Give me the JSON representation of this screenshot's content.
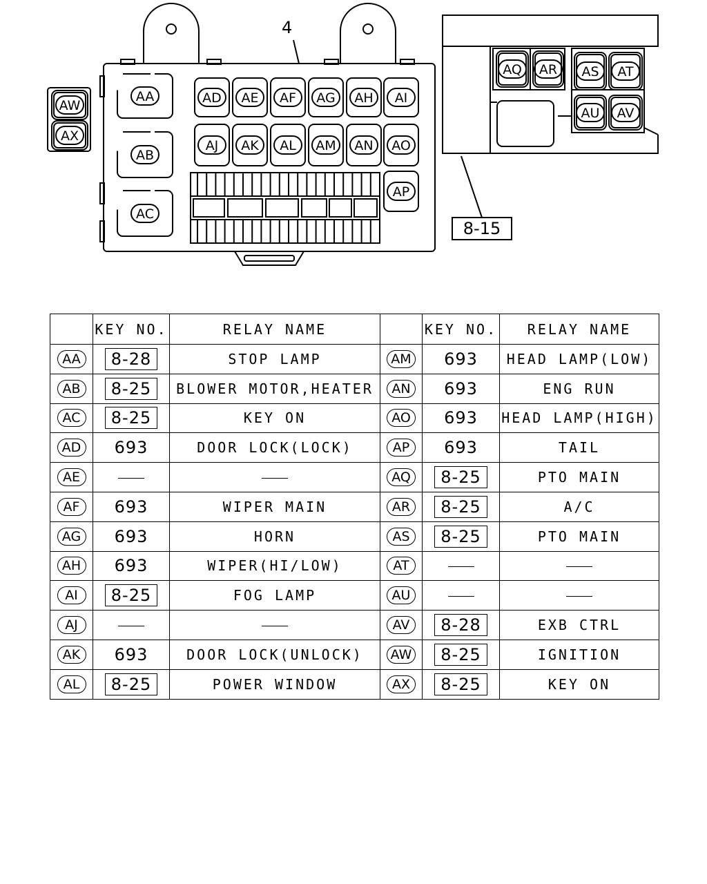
{
  "diagram": {
    "callout_main": "4",
    "callout_ref": "8-15",
    "main_relays": [
      "AA",
      "AB",
      "AC",
      "AD",
      "AE",
      "AF",
      "AG",
      "AH",
      "AI",
      "AJ",
      "AK",
      "AL",
      "AM",
      "AN",
      "AO",
      "AP"
    ],
    "sub_relays": [
      "AQ",
      "AR",
      "AS",
      "AT",
      "AU",
      "AV"
    ],
    "side_relays": [
      "AW",
      "AX"
    ]
  },
  "table": {
    "headers": {
      "left_key": "KEY NO.",
      "left_name": "RELAY NAME",
      "right_key": "KEY NO.",
      "right_name": "RELAY NAME"
    },
    "rows": [
      {
        "l_id": "AA",
        "l_key": "8-28",
        "l_boxed": true,
        "l_name": "STOP LAMP",
        "r_id": "AM",
        "r_key": "693",
        "r_boxed": false,
        "r_name": "HEAD LAMP(LOW)"
      },
      {
        "l_id": "AB",
        "l_key": "8-25",
        "l_boxed": true,
        "l_name": "BLOWER MOTOR,HEATER",
        "r_id": "AN",
        "r_key": "693",
        "r_boxed": false,
        "r_name": "ENG RUN"
      },
      {
        "l_id": "AC",
        "l_key": "8-25",
        "l_boxed": true,
        "l_name": "KEY ON",
        "r_id": "AO",
        "r_key": "693",
        "r_boxed": false,
        "r_name": "HEAD LAMP(HIGH)"
      },
      {
        "l_id": "AD",
        "l_key": "693",
        "l_boxed": false,
        "l_name": "DOOR LOCK(LOCK)",
        "r_id": "AP",
        "r_key": "693",
        "r_boxed": false,
        "r_name": "TAIL"
      },
      {
        "l_id": "AE",
        "l_key": "",
        "l_boxed": false,
        "l_name": "",
        "r_id": "AQ",
        "r_key": "8-25",
        "r_boxed": true,
        "r_name": "PTO MAIN"
      },
      {
        "l_id": "AF",
        "l_key": "693",
        "l_boxed": false,
        "l_name": "WIPER MAIN",
        "r_id": "AR",
        "r_key": "8-25",
        "r_boxed": true,
        "r_name": "A/C"
      },
      {
        "l_id": "AG",
        "l_key": "693",
        "l_boxed": false,
        "l_name": "HORN",
        "r_id": "AS",
        "r_key": "8-25",
        "r_boxed": true,
        "r_name": "PTO MAIN"
      },
      {
        "l_id": "AH",
        "l_key": "693",
        "l_boxed": false,
        "l_name": "WIPER(HI/LOW)",
        "r_id": "AT",
        "r_key": "",
        "r_boxed": false,
        "r_name": ""
      },
      {
        "l_id": "AI",
        "l_key": "8-25",
        "l_boxed": true,
        "l_name": "FOG LAMP",
        "r_id": "AU",
        "r_key": "",
        "r_boxed": false,
        "r_name": ""
      },
      {
        "l_id": "AJ",
        "l_key": "",
        "l_boxed": false,
        "l_name": "",
        "r_id": "AV",
        "r_key": "8-28",
        "r_boxed": true,
        "r_name": "EXB CTRL"
      },
      {
        "l_id": "AK",
        "l_key": "693",
        "l_boxed": false,
        "l_name": "DOOR LOCK(UNLOCK)",
        "r_id": "AW",
        "r_key": "8-25",
        "r_boxed": true,
        "r_name": "IGNITION"
      },
      {
        "l_id": "AL",
        "l_key": "8-25",
        "l_boxed": true,
        "l_name": "POWER WINDOW",
        "r_id": "AX",
        "r_key": "8-25",
        "r_boxed": true,
        "r_name": "KEY ON"
      }
    ]
  }
}
